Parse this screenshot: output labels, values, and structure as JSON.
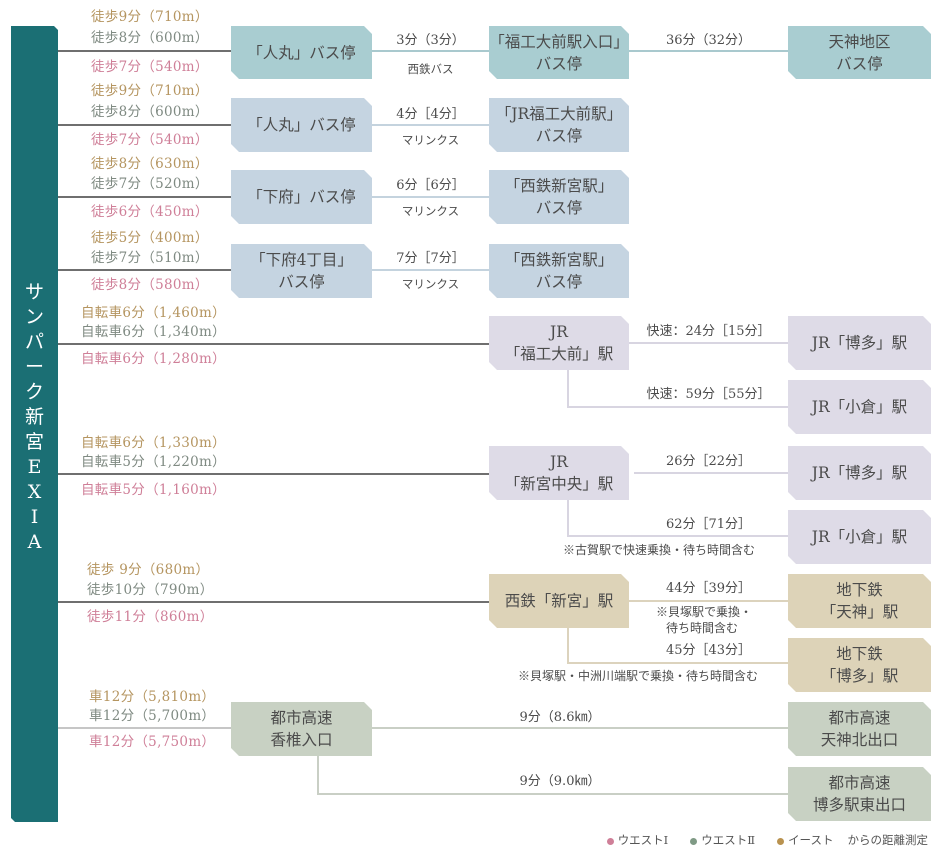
{
  "property": {
    "name_chars": [
      "サ",
      "ン",
      "パ",
      "ー",
      "ク",
      "新",
      "宮",
      "E",
      "X",
      "I",
      "A"
    ],
    "name": "サンパーク新宮EXIA"
  },
  "colors": {
    "spine": "#1b6f74",
    "east": "#b59560",
    "west2": "#7f8a82",
    "west1": "#cf7f98",
    "bus_nishitetsu": "#a9cdd1",
    "bus_marinx": "#c5d4e1",
    "jr": "#dedbe7",
    "nishitetsu_rail": "#ddd3b8",
    "expressway": "#c8d1c3"
  },
  "routes": [
    {
      "distances": {
        "east": "徒歩9分（710m）",
        "west2": "徒歩8分（600m）",
        "west1": "徒歩7分（540m）"
      },
      "origin": [
        "「人丸」バス停"
      ],
      "legs": [
        {
          "time": "3分（3分）",
          "operator": "西鉄バス",
          "stop": [
            "「福工大前駅入口」",
            "バス停"
          ]
        },
        {
          "time": "36分（32分）",
          "stop": [
            "天神地区",
            "バス停"
          ]
        }
      ]
    },
    {
      "distances": {
        "east": "徒歩9分（710m）",
        "west2": "徒歩8分（600m）",
        "west1": "徒歩7分（540m）"
      },
      "origin": [
        "「人丸」バス停"
      ],
      "legs": [
        {
          "time": "4分［4分］",
          "operator": "マリンクス",
          "stop": [
            "「JR福工大前駅」",
            "バス停"
          ]
        }
      ]
    },
    {
      "distances": {
        "east": "徒歩8分（630m）",
        "west2": "徒歩7分（520m）",
        "west1": "徒歩6分（450m）"
      },
      "origin": [
        "「下府」バス停"
      ],
      "legs": [
        {
          "time": "6分［6分］",
          "operator": "マリンクス",
          "stop": [
            "「西鉄新宮駅」",
            "バス停"
          ]
        }
      ]
    },
    {
      "distances": {
        "east": "徒歩5分（400m）",
        "west2": "徒歩7分（510m）",
        "west1": "徒歩8分（580m）"
      },
      "origin": [
        "「下府4丁目」",
        "バス停"
      ],
      "legs": [
        {
          "time": "7分［7分］",
          "operator": "マリンクス",
          "stop": [
            "「西鉄新宮駅」",
            "バス停"
          ]
        }
      ]
    },
    {
      "distances": {
        "east": "自転車6分（1,460m）",
        "west2": "自転車6分（1,340m）",
        "west1": "自転車6分（1,280m）"
      },
      "origin": [
        "JR",
        "「福工大前」駅"
      ],
      "legs": [
        {
          "time": "快速：24分［15分］",
          "stop": [
            "JR「博多」駅"
          ]
        },
        {
          "time": "快速：59分［55分］",
          "stop": [
            "JR「小倉」駅"
          ]
        }
      ]
    },
    {
      "distances": {
        "east": "自転車6分（1,330m）",
        "west2": "自転車5分（1,220m）",
        "west1": "自転車5分（1,160m）"
      },
      "origin": [
        "JR",
        "「新宮中央」駅"
      ],
      "legs": [
        {
          "time": "26分［22分］",
          "stop": [
            "JR「博多」駅"
          ]
        },
        {
          "time": "62分［71分］",
          "note": "※古賀駅で快速乗換・待ち時間含む",
          "stop": [
            "JR「小倉」駅"
          ]
        }
      ]
    },
    {
      "distances": {
        "east": "徒歩 9分（680m）",
        "west2": "徒歩10分（790m）",
        "west1": "徒歩11分（860m）"
      },
      "origin": [
        "西鉄「新宮」駅"
      ],
      "legs": [
        {
          "time": "44分［39分］",
          "note1": "※貝塚駅で乗換・",
          "note2": "待ち時間含む",
          "stop": [
            "地下鉄",
            "「天神」駅"
          ]
        },
        {
          "time": "45分［43分］",
          "note": "※貝塚駅・中洲川端駅で乗換・待ち時間含む",
          "stop": [
            "地下鉄",
            "「博多」駅"
          ]
        }
      ]
    },
    {
      "distances": {
        "east": "車12分（5,810m）",
        "west2": "車12分（5,700m）",
        "west1": "車12分（5,750m）"
      },
      "origin": [
        "都市高速",
        "香椎入口"
      ],
      "legs": [
        {
          "time": "9分（8.6㎞）",
          "stop": [
            "都市高速",
            "天神北出口"
          ]
        },
        {
          "time": "9分（9.0㎞）",
          "stop": [
            "都市高速",
            "博多駅東出口"
          ]
        }
      ]
    }
  ],
  "legend": {
    "west1": "ウエストⅠ",
    "west2": "ウエストⅡ",
    "east": "イースト",
    "suffix": "からの距離測定"
  }
}
